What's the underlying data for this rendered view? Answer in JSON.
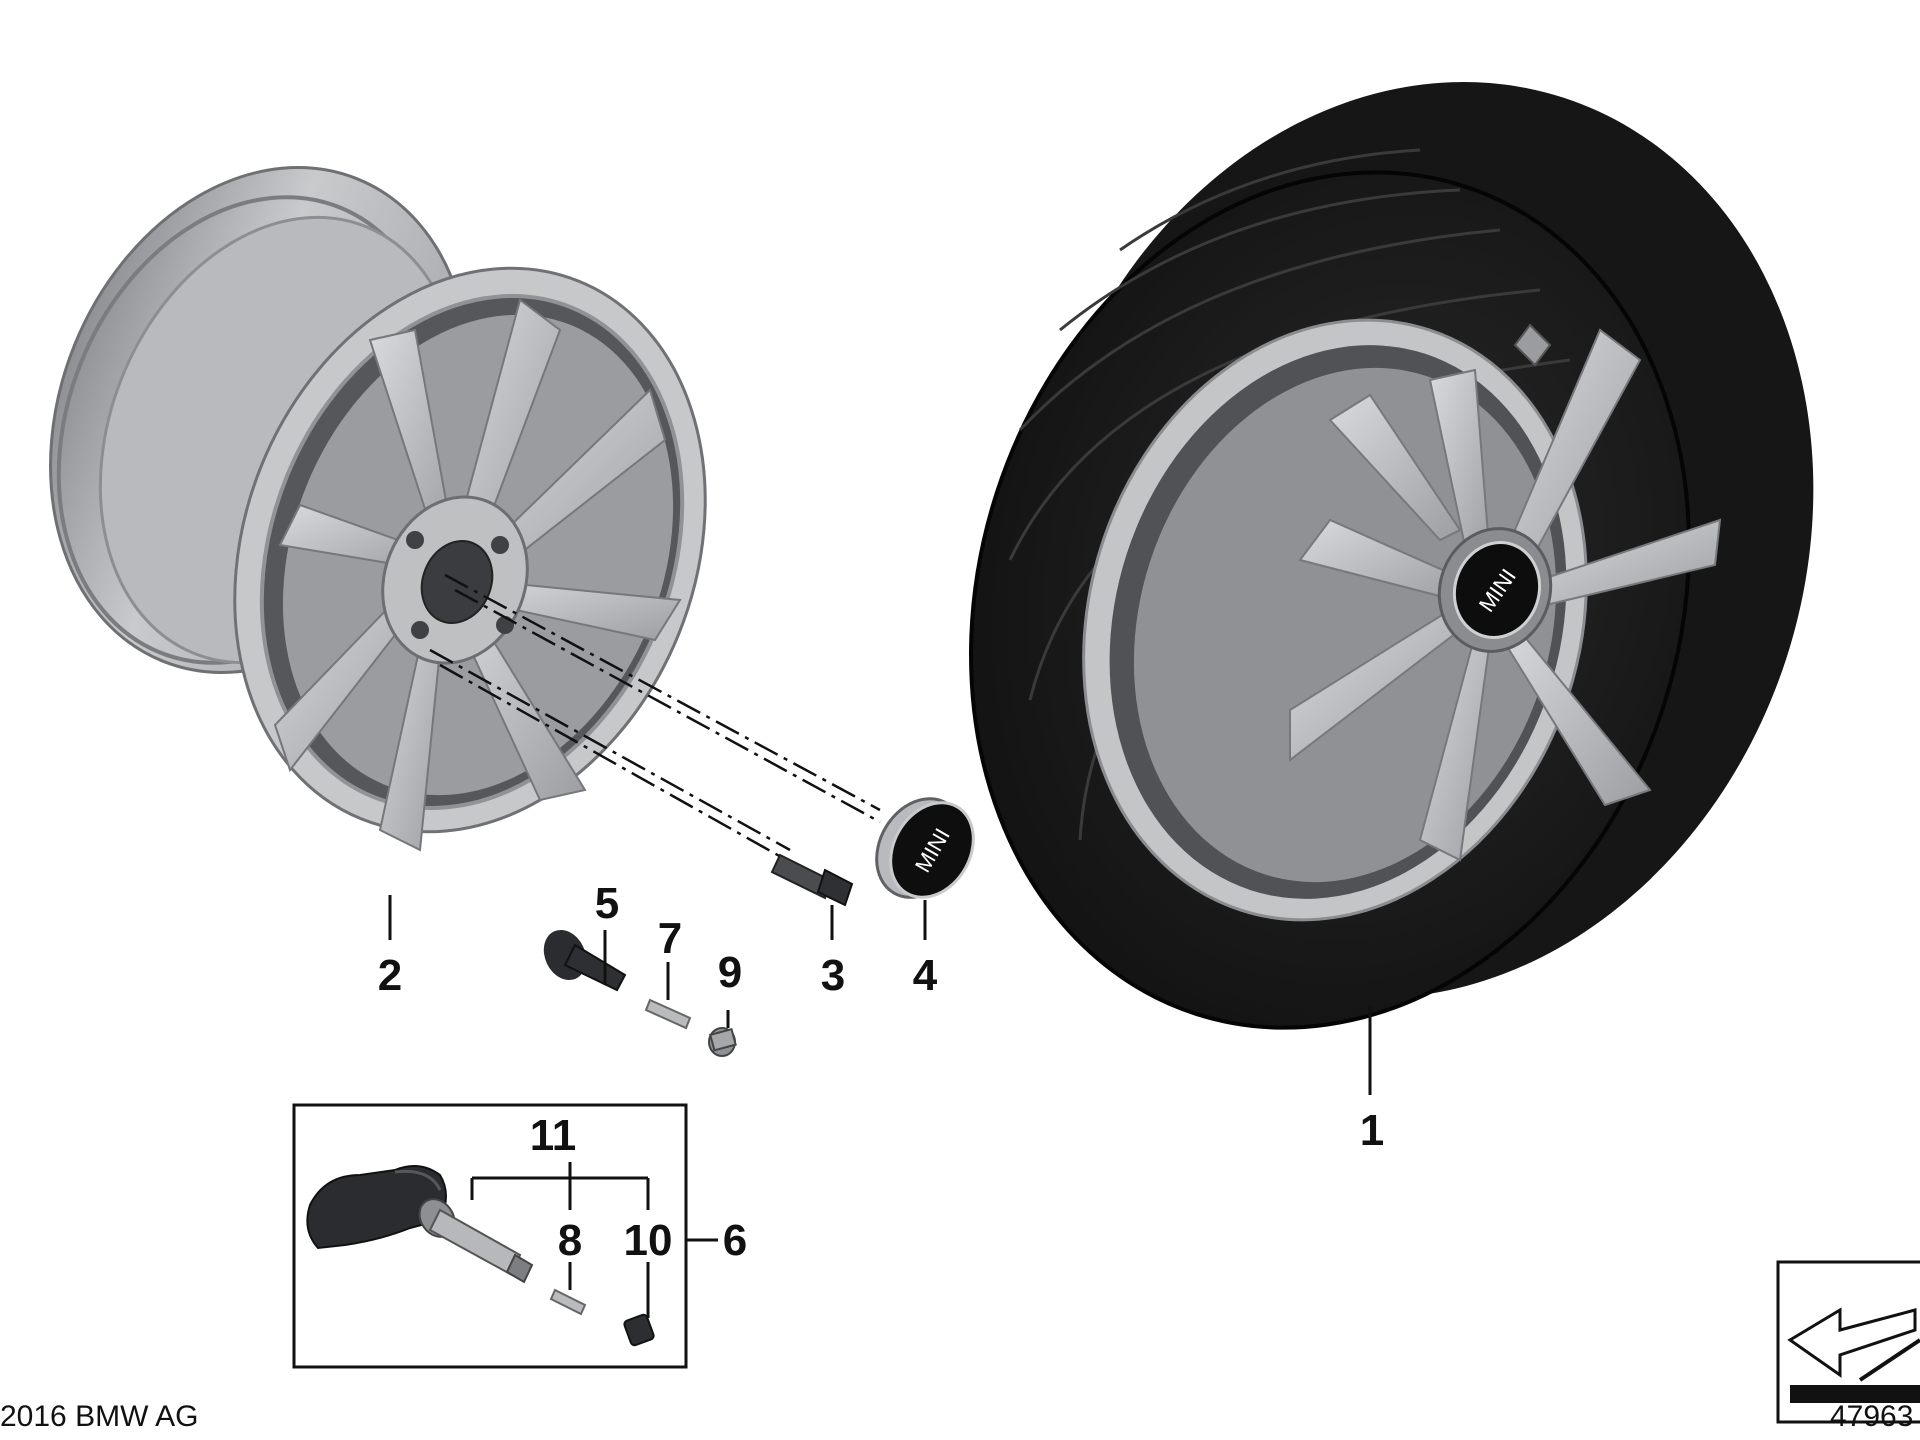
{
  "callouts": {
    "c1": "1",
    "c2": "2",
    "c3": "3",
    "c4": "4",
    "c5": "5",
    "c6": "6",
    "c7": "7",
    "c8": "8",
    "c9": "9",
    "c10": "10",
    "c11": "11"
  },
  "hubcap_logo": "MINI",
  "footer": {
    "copyright": "2016 BMW AG",
    "diagram_number": "47963"
  },
  "colors": {
    "rim_light": "#c8c9cb",
    "rim_mid": "#a9abae",
    "rim_dark": "#7d8085",
    "tire": "#1b1b1b",
    "tire_tread": "#0a0a0a",
    "line": "#111111"
  }
}
